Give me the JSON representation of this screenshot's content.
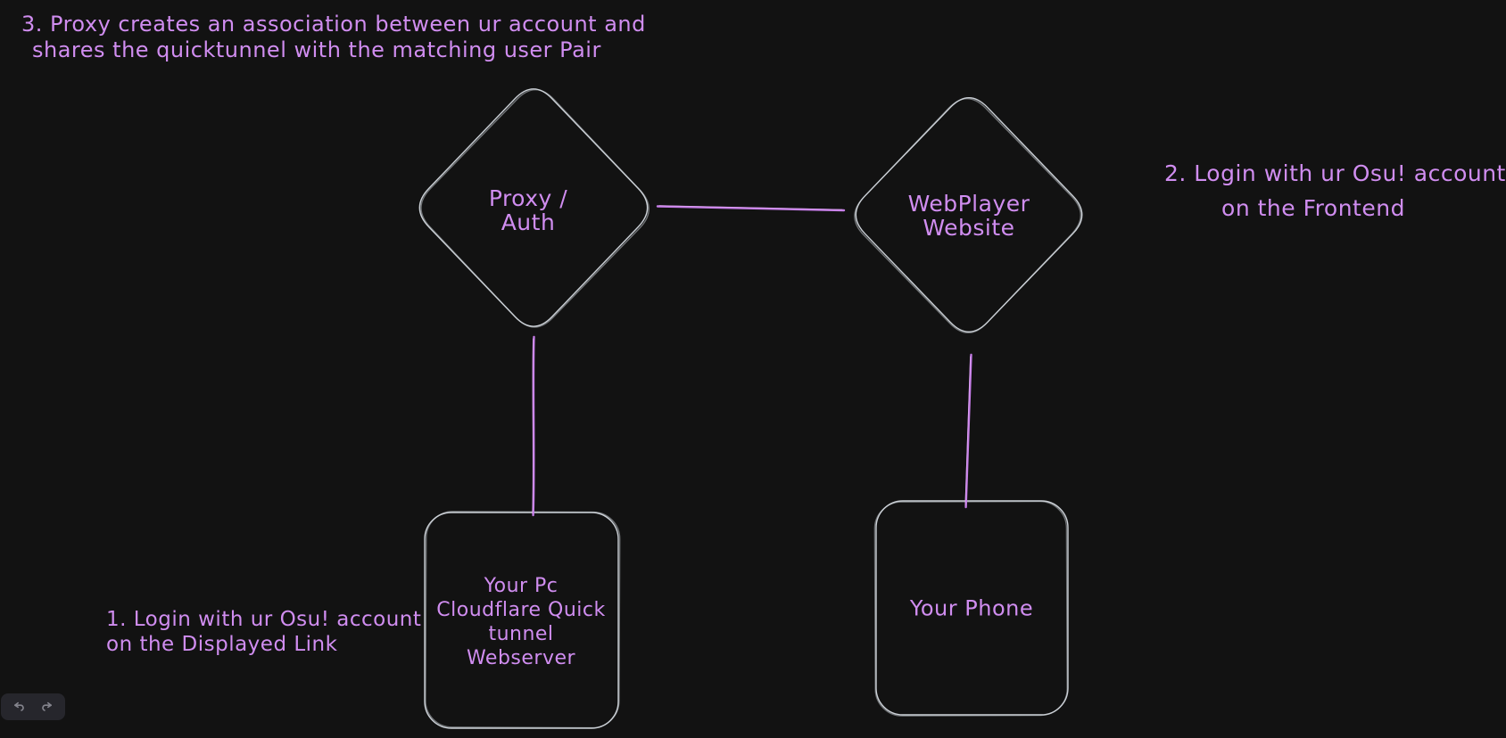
{
  "app": "whiteboard-canvas",
  "colors": {
    "canvas_bg": "#121212",
    "text_purple": "#d08df0",
    "connector_purple": "#c47be6",
    "shape_stroke": "#ccd1d7",
    "island_bg": "#26262c",
    "icon_gray": "#84848d"
  },
  "annotations": {
    "note3": {
      "lines": [
        "3. Proxy creates an association between ur account and",
        "shares the quicktunnel with the matching user Pair"
      ]
    },
    "note2": {
      "lines": [
        "2. Login with ur Osu! account",
        "on the Frontend"
      ]
    },
    "note1": {
      "lines": [
        "1. Login with ur Osu! account",
        "on the Displayed Link"
      ]
    }
  },
  "nodes": {
    "proxy_auth": {
      "shape": "diamond",
      "lines": [
        "Proxy /",
        "Auth"
      ]
    },
    "webplayer": {
      "shape": "diamond",
      "lines": [
        "WebPlayer",
        "Website"
      ]
    },
    "your_pc": {
      "shape": "rounded-rect",
      "lines": [
        "Your Pc",
        "Cloudflare Quick",
        "tunnel",
        "Webserver"
      ]
    },
    "your_phone": {
      "shape": "rounded-rect",
      "lines": [
        "Your Phone"
      ]
    }
  },
  "connectors": [
    {
      "from": "proxy_auth",
      "to": "webplayer",
      "style": "line"
    },
    {
      "from": "proxy_auth",
      "to": "your_pc",
      "style": "line"
    },
    {
      "from": "webplayer",
      "to": "your_phone",
      "style": "line"
    }
  ],
  "toolbar": {
    "undo_icon": "undo-arrow",
    "redo_icon": "redo-arrow"
  }
}
